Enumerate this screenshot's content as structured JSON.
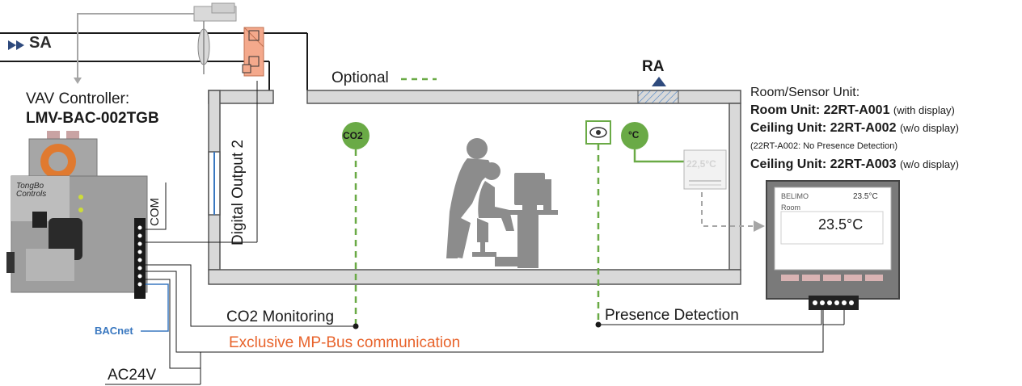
{
  "labels": {
    "sa": "SA",
    "ra": "RA",
    "vav_controller_title": "VAV Controller:",
    "vav_controller_model": "LMV-BAC-002TGB",
    "optional": "Optional",
    "digital_output": "Digital Output 2",
    "com": "COM",
    "co2_monitoring": "CO2 Monitoring",
    "presence_detection": "Presence Detection",
    "mp_bus": "Exclusive MP-Bus communication",
    "ac24v": "AC24V",
    "bacnet": "BACnet",
    "brand_logo": "TongBo Controls"
  },
  "sensors": {
    "co2": "CO2",
    "temperature": "°C"
  },
  "room_sensor_unit": {
    "title": "Room/Sensor Unit:",
    "room_unit_prefix": "Room Unit:  22RT-A001",
    "room_unit_note": "(with display)",
    "ceiling_a002_prefix": "Ceiling Unit: 22RT-A002",
    "ceiling_a002_note": "(w/o display)",
    "a002_note": "(22RT-A002: No Presence Detection)",
    "ceiling_a003_prefix": "Ceiling Unit: 22RT-A003",
    "ceiling_a003_note": "(w/o display)"
  },
  "small_display": {
    "temperature": "22,5°C"
  },
  "room_unit_display": {
    "brand": "BELIMO",
    "header_temp": "23.5°C",
    "room_label": "Room",
    "main_temp": "23.5°C"
  },
  "colors": {
    "line": "#1a1a1a",
    "wall": "#d9d9d9",
    "wall_stroke": "#555555",
    "green": "#6aaa46",
    "dashed_green": "#6aaa46",
    "orange": "#e8632b",
    "gray_arrow": "#a6a6a6",
    "damper_red": "#f4a98c",
    "blue_line": "#3a78c0",
    "ra_arrow": "#2e4a7d"
  }
}
